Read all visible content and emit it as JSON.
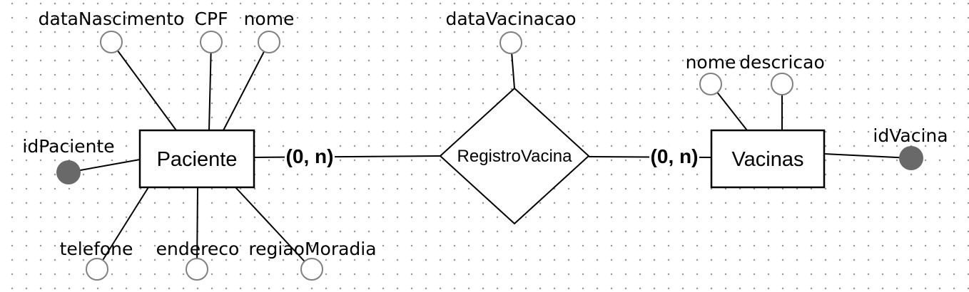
{
  "diagram": {
    "entities": [
      {
        "label": "Paciente",
        "attributes": [
          {
            "label": "dataNascimento",
            "is_key": false
          },
          {
            "label": "CPF",
            "is_key": false
          },
          {
            "label": "nome",
            "is_key": false
          },
          {
            "label": "idPaciente",
            "is_key": true
          },
          {
            "label": "telefone",
            "is_key": false
          },
          {
            "label": "endereco",
            "is_key": false
          },
          {
            "label": "regiaoMoradia",
            "is_key": false
          }
        ]
      },
      {
        "label": "Vacinas",
        "attributes": [
          {
            "label": "nome",
            "is_key": false
          },
          {
            "label": "descricao",
            "is_key": false
          },
          {
            "label": "idVacina",
            "is_key": true
          }
        ]
      }
    ],
    "relationship": {
      "label": "RegistroVacina",
      "attributes": [
        {
          "label": "dataVacinacao",
          "is_key": false
        }
      ],
      "cardinalities": [
        {
          "side": "Paciente",
          "label": "(0, n)"
        },
        {
          "side": "Vacinas",
          "label": "(0, n)"
        }
      ]
    },
    "colors": {
      "line": "#000000",
      "shape_fill": "#ffffff",
      "attribute_stroke": "#808080",
      "key_attribute_fill": "#696969",
      "grid_dot": "#999999",
      "text": "#000000"
    }
  }
}
